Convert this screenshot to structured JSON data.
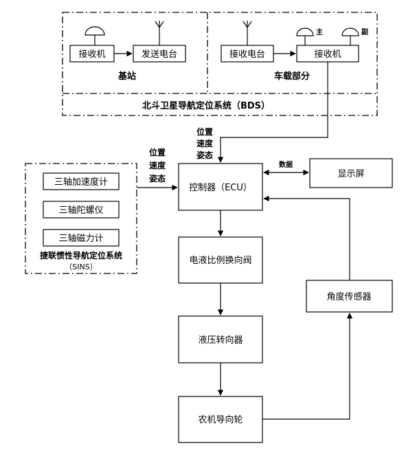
{
  "bds": {
    "base_station": {
      "label": "基站",
      "receiver": "接收机",
      "transmitter": "发送电台"
    },
    "vehicle": {
      "label": "车载部分",
      "radio_receiver": "接收电台",
      "receiver": "接收机",
      "main_label": "主",
      "secondary_label": "副"
    },
    "system_label": "北斗卫星导航定位系统（BDS）"
  },
  "sins": {
    "accelerometer": "三轴加速度计",
    "gyroscope": "三轴陀螺仪",
    "magnetometer": "三轴磁力计",
    "system_label": "捷联惯性导航定位系统",
    "system_abbr": "（SINS）"
  },
  "signals": {
    "bds_out": [
      "位置",
      "速度",
      "姿态"
    ],
    "sins_out": [
      "位置",
      "速度",
      "姿态"
    ],
    "data_label": "数据"
  },
  "blocks": {
    "ecu": "控制器（ECU）",
    "display": "显示屏",
    "valve": "电液比例换向阀",
    "steering": "液压转向器",
    "wheel": "农机导向轮",
    "angle_sensor": "角度传感器"
  }
}
